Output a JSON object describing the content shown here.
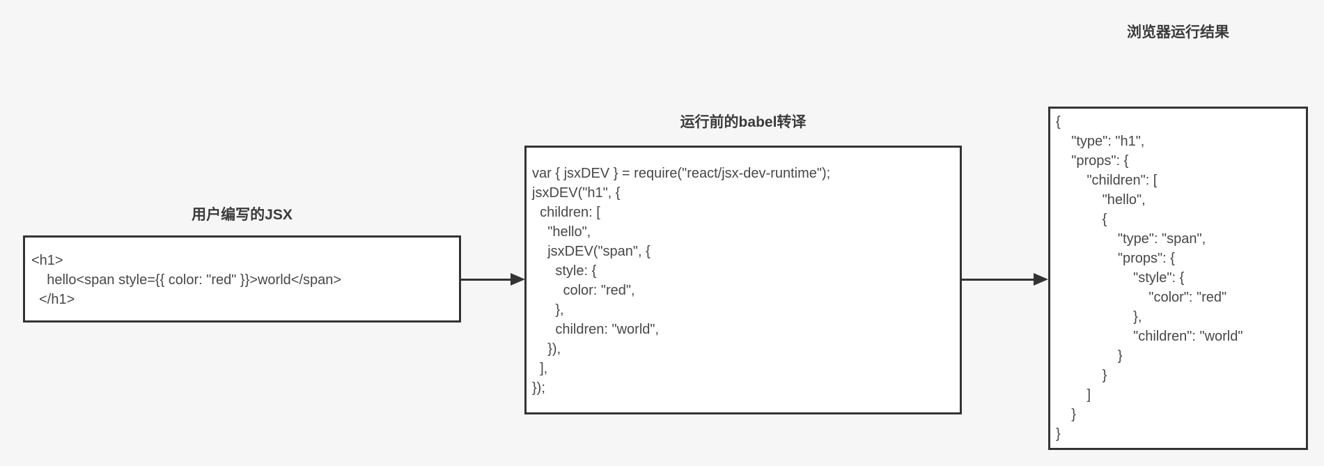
{
  "page": {
    "kind": "jsx-transpile-flow-diagram",
    "background": "#f6f6f7"
  },
  "colors": {
    "box_border": "#333333",
    "box_background": "#ffffff",
    "code_text": "#474747",
    "title_text": "#3a3a3a",
    "arrow": "#333333"
  },
  "flow": {
    "nodes": [
      {
        "id": "jsx-source",
        "title": "用户编写的JSX",
        "code": "<h1>\n    hello<span style={{ color: \"red\" }}>world</span>\n  </h1>"
      },
      {
        "id": "babel-output",
        "title": "运行前的babel转译",
        "code": "var { jsxDEV } = require(\"react/jsx-dev-runtime\");\njsxDEV(\"h1\", {\n  children: [\n    \"hello\",\n    jsxDEV(\"span\", {\n      style: {\n        color: \"red\",\n      },\n      children: \"world\",\n    }),\n  ],\n});"
      },
      {
        "id": "browser-result",
        "title": "浏览器运行结果",
        "code": "{\n    \"type\": \"h1\",\n    \"props\": {\n        \"children\": [\n            \"hello\",\n            {\n                \"type\": \"span\",\n                \"props\": {\n                    \"style\": {\n                        \"color\": \"red\"\n                    },\n                    \"children\": \"world\"\n                }\n            }\n        ]\n    }\n}"
      }
    ],
    "connectors": [
      {
        "id": "arrow-jsx-to-babel",
        "from": "jsx-source",
        "to": "babel-output"
      },
      {
        "id": "arrow-babel-to-result",
        "from": "babel-output",
        "to": "browser-result"
      }
    ]
  }
}
